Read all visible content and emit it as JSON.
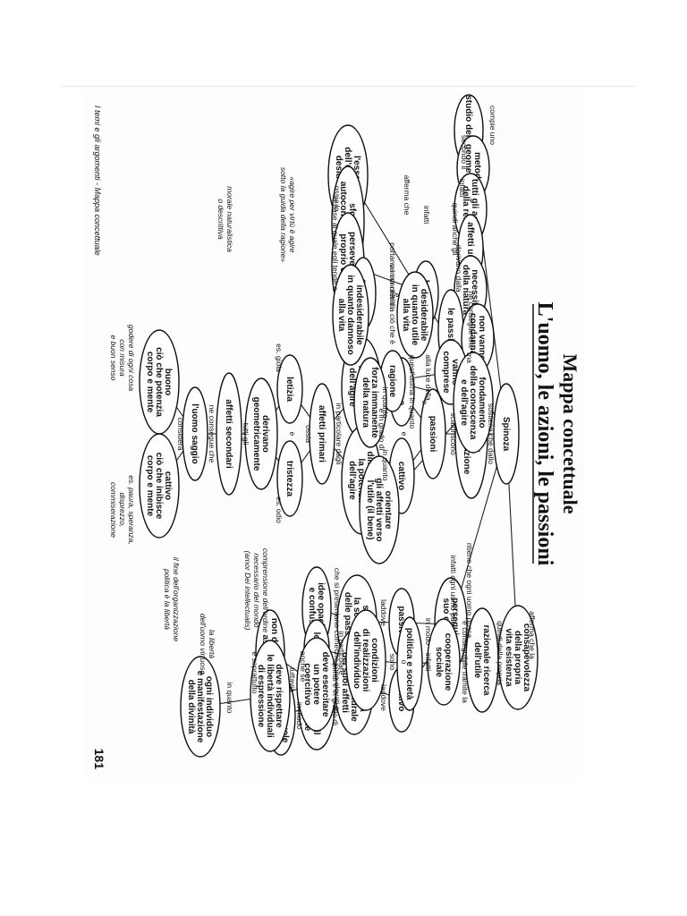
{
  "header": {
    "title": "Mappa concettuale",
    "subtitle": "L'uomo, le azioni, le passioni",
    "page_number": "181",
    "footer": "I temi e gli argomenti - Mappa concettuale"
  },
  "nodes": [
    {
      "id": "spinoza",
      "lines": [
        "Spinoza"
      ]
    },
    {
      "id": "sforzo_autocons",
      "lines": [
        "sforzo di",
        "autoconservazione"
      ]
    },
    {
      "id": "passioni_c",
      "lines": [
        "passioni"
      ]
    },
    {
      "id": "buono_c",
      "lines": [
        "buono"
      ]
    },
    {
      "id": "cattivo_c",
      "lines": [
        "cattivo"
      ]
    },
    {
      "id": "accrescono",
      "lines": [
        "accrescono",
        "la potenza",
        "dell'agire"
      ]
    },
    {
      "id": "diminuiscono",
      "lines": [
        "diminuiscono",
        "la potenza",
        "dell'agire"
      ]
    },
    {
      "id": "affetti_primari",
      "lines": [
        "affetti primari"
      ]
    },
    {
      "id": "letizia",
      "lines": [
        "letizia"
      ]
    },
    {
      "id": "tristezza",
      "lines": [
        "tristezza"
      ]
    },
    {
      "id": "derivano_geo",
      "lines": [
        "derivano",
        "geometricamente"
      ]
    },
    {
      "id": "affetti_secondari",
      "lines": [
        "affetti secondari"
      ]
    },
    {
      "id": "uomo_saggio",
      "lines": [
        "l'uomo saggio"
      ]
    },
    {
      "id": "buono_bottom",
      "lines": [
        "buono",
        "ciò che potenzia",
        "corpo e mente"
      ]
    },
    {
      "id": "cattivo_bottom",
      "lines": [
        "cattivo",
        "ciò che inibisce",
        "corpo e mente"
      ]
    },
    {
      "id": "studio_uomo",
      "lines": [
        "studio dell'uomo"
      ]
    },
    {
      "id": "metodo_geo",
      "lines": [
        "metodo",
        "geometrico"
      ]
    },
    {
      "id": "tutti_aspetti",
      "lines": [
        "tutti gli aspetti",
        "della realtà"
      ]
    },
    {
      "id": "affetti_umani",
      "lines": [
        "affetti umani"
      ]
    },
    {
      "id": "necessita_natura",
      "lines": [
        "necessità",
        "della natura"
      ]
    },
    {
      "id": "essenza",
      "lines": [
        "l'essenza",
        "dell'uomo è il",
        "desiderio"
      ]
    },
    {
      "id": "sforzo_autocons2",
      "lines": [
        "sforzo di",
        "autoconservazione"
      ]
    },
    {
      "id": "persevera",
      "lines": [
        "perseverare nel",
        "proprio essere"
      ]
    },
    {
      "id": "buono_l",
      "lines": [
        "buono"
      ]
    },
    {
      "id": "cattivo_l",
      "lines": [
        "cattivo"
      ]
    },
    {
      "id": "desiderabile",
      "lines": [
        "desiderabile",
        "in quanto utile",
        "alla vita"
      ]
    },
    {
      "id": "indesiderabile",
      "lines": [
        "indesiderabile",
        "in quanto dannoso",
        "alla vita"
      ]
    },
    {
      "id": "le_passioni",
      "lines": [
        "le passioni"
      ]
    },
    {
      "id": "non_condannate",
      "lines": [
        "non vanno",
        "condannate"
      ]
    },
    {
      "id": "comprese",
      "lines": [
        "vanno",
        "comprese"
      ]
    },
    {
      "id": "ragione",
      "lines": [
        "ragione"
      ]
    },
    {
      "id": "fondamento",
      "lines": [
        "fondamento",
        "della conoscenza",
        "e dell'agire"
      ]
    },
    {
      "id": "forza_imm",
      "lines": [
        "forza immanente",
        "della natura"
      ]
    },
    {
      "id": "orientare_affetti",
      "lines": [
        "orientare",
        "gli affetti verso",
        "l'utile (il bene)"
      ]
    },
    {
      "id": "conatus",
      "lines": [
        "perseguire il",
        "suo conatus"
      ]
    },
    {
      "id": "passivo",
      "lines": [
        "passivo"
      ]
    },
    {
      "id": "attivo",
      "lines": [
        "attivo"
      ]
    },
    {
      "id": "schiavitu",
      "lines": [
        "subisce",
        "la schiavitù",
        "delle passioni"
      ]
    },
    {
      "id": "idee_opache",
      "lines": [
        "idee opache",
        "e confuse"
      ]
    },
    {
      "id": "comprende",
      "lines": [
        "comprende la",
        "necessità naturale",
        "dei suoi affetti"
      ]
    },
    {
      "id": "idee_chiare",
      "lines": [
        "idee chiare",
        "e distinte"
      ]
    },
    {
      "id": "orientare_agire",
      "lines": [
        "orientare",
        "l'agire verso il",
        "proprio utile"
      ]
    },
    {
      "id": "consapevole",
      "lines": [
        "consapevole",
        "e razionale"
      ]
    },
    {
      "id": "consapevolezza",
      "lines": [
        "consapevolezza",
        "della propria",
        "vita esistenza"
      ]
    },
    {
      "id": "razionale_ricerca",
      "lines": [
        "razionale ricerca",
        "dell'utile"
      ]
    },
    {
      "id": "cooperazione",
      "lines": [
        "cooperazione",
        "sociale"
      ]
    },
    {
      "id": "politica",
      "lines": [
        "politica e società"
      ]
    },
    {
      "id": "condizioni",
      "lines": [
        "condizioni",
        "di realizzazioni",
        "dell'individuo"
      ]
    },
    {
      "id": "stato",
      "lines": [
        "lo Stato"
      ]
    },
    {
      "id": "potere",
      "lines": [
        "deve esercitare",
        "un potere",
        "coercitivo"
      ]
    },
    {
      "id": "assoluto",
      "lines": [
        "non deve essere",
        "assoluto"
      ]
    },
    {
      "id": "liberta",
      "lines": [
        "deve rispettare",
        "le libertà individuali",
        "di espressione"
      ]
    },
    {
      "id": "individuo_div",
      "lines": [
        "ogni individuo",
        "è manifestazione",
        "della divinità"
      ]
    }
  ],
  "labels": [
    {
      "id": "l_sostiene",
      "text": "sostiene che dallo"
    },
    {
      "id": "l_scaturiscono",
      "text": "scaturiscono"
    },
    {
      "id": "l_inquanto1",
      "text": "in quanto"
    },
    {
      "id": "l_inquanto2",
      "text": "in quanto"
    },
    {
      "id": "l_partic",
      "text": "in particolare dagli"
    },
    {
      "id": "l_ossia",
      "text": "ossia"
    },
    {
      "id": "l_tutti",
      "text": "tutti gli"
    },
    {
      "id": "l_nec",
      "text": "ne consegue che"
    },
    {
      "id": "l_considera",
      "text": "considera"
    },
    {
      "id": "l_es_gioia",
      "text": "es. gioia"
    },
    {
      "id": "l_es_odio",
      "text": "es. odio"
    },
    {
      "id": "l_e1",
      "text": "e"
    },
    {
      "id": "l_e2",
      "text": "e"
    },
    {
      "id": "l_compie",
      "text": "compie uno"
    },
    {
      "id": "l_secondo",
      "text": "secondo il"
    },
    {
      "id": "l_infatti1",
      "text": "infatti"
    },
    {
      "id": "l_quindi",
      "text": "quindi anche gli"
    },
    {
      "id": "l_derivano",
      "text": "derivano dalla"
    },
    {
      "id": "l_infatti2",
      "text": "infatti"
    },
    {
      "id": "l_afferma",
      "text": "afferma che"
    },
    {
      "id": "l_ossia_lo",
      "text": "ossia lo"
    },
    {
      "id": "l_base",
      "text": "in base al quale egli tende a"
    },
    {
      "id": "l_portano",
      "text": "portano i concetti di"
    },
    {
      "id": "l_vanno_rif",
      "text": "vanno riferiti a ciò che è"
    },
    {
      "id": "l_e3",
      "text": "e"
    },
    {
      "id": "l_nec2",
      "text": "ne consegue che"
    },
    {
      "id": "l_ma",
      "text": "ma"
    },
    {
      "id": "l_luce",
      "text": "alla luce della"
    },
    {
      "id": "l_quest",
      "text": "quest'ultima in quanto"
    },
    {
      "id": "l_e4",
      "text": "e"
    },
    {
      "id": "l_grado",
      "text": "è in grado di"
    },
    {
      "id": "l_ritiene",
      "text": "ritiene che ogni uomo possa"
    },
    {
      "id": "l_inmodo",
      "text": "in modo"
    },
    {
      "id": "l_o",
      "text": "o"
    },
    {
      "id": "l_laddove1",
      "text": "laddove"
    },
    {
      "id": "l_laddove2",
      "text": "laddove"
    },
    {
      "id": "l_presentano",
      "text": "che si presentano come"
    },
    {
      "id": "l_elevati",
      "text": "che sono elevati a"
    },
    {
      "id": "l_quindi_grado",
      "text": "quindi è in grado di"
    },
    {
      "id": "l_inmodo2",
      "text": "in modo"
    },
    {
      "id": "l_infatti_ogni",
      "text": "infatti ogni uomo può"
    },
    {
      "id": "l_afferma2",
      "text": "afferma che la"
    },
    {
      "id": "l_quindi_vita",
      "text": "quindi della propria"
    },
    {
      "id": "l_conseg",
      "text": "è conseguibile tramite la"
    },
    {
      "id": "l_infatti3",
      "text": "infatti"
    },
    {
      "id": "l_sono",
      "text": "sono"
    },
    {
      "id": "l_inpartic",
      "text": "in particolare"
    },
    {
      "id": "l_anche",
      "text": "anche se"
    },
    {
      "id": "l_tuttavia",
      "text": "tuttavia"
    },
    {
      "id": "l_sopratt",
      "text": "e soprattutto"
    },
    {
      "id": "l_inquanto3",
      "text": "in quanto"
    }
  ],
  "italic_notes": [
    {
      "id": "n_godere",
      "lines": [
        "godere di ogni cosa",
        "con misura",
        "e buon senso"
      ]
    },
    {
      "id": "n_es_paura",
      "lines": [
        "es. paura, speranza,",
        "disprezzo,",
        "commiserazione"
      ]
    },
    {
      "id": "n_agire",
      "lines": [
        "«agire per virtù è agire",
        "sotto la guida della ragione»"
      ]
    },
    {
      "id": "n_morale",
      "lines": [
        "morale naturalistica",
        "o descrittiva"
      ]
    },
    {
      "id": "n_comprensione",
      "lines": [
        "comprensione dell'ordine",
        "necessario del mondo",
        "(amor Dei intellectualis)"
      ]
    },
    {
      "id": "n_liberta",
      "lines": [
        "la libertà",
        "dell'uomo virtuoso"
      ]
    },
    {
      "id": "n_fine",
      "lines": [
        "il fine dell'organizzazione",
        "politica è la libertà"
      ]
    }
  ]
}
